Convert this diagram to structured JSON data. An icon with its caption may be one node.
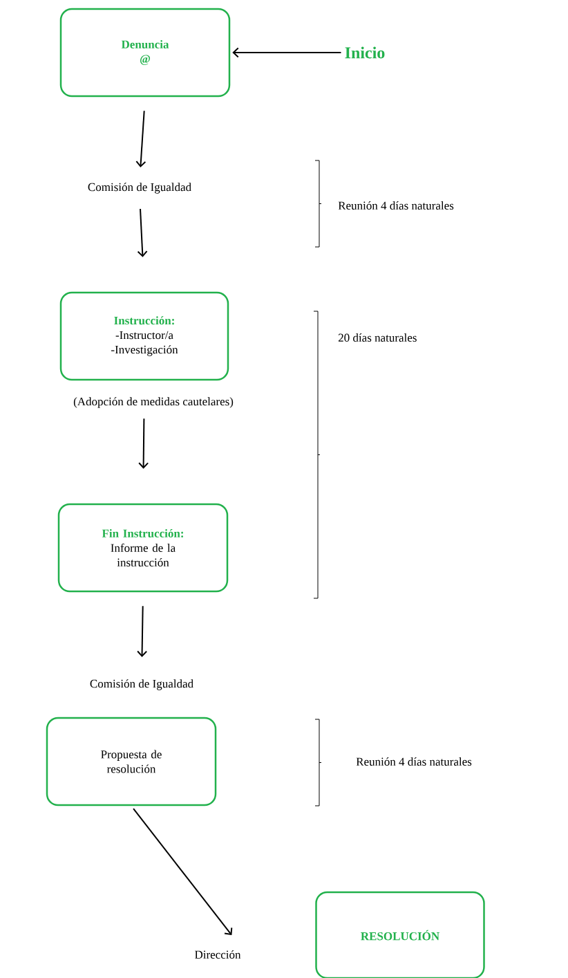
{
  "diagram": {
    "nodes": [
      {
        "text": [
          "Denuncia",
          "@"
        ]
      },
      {
        "text": [
          "Inicio"
        ]
      },
      {
        "text": [
          "Comisión de Igualdad"
        ]
      },
      {
        "text": [
          "Instrucción:",
          "-Instructor/a",
          "-Investigación"
        ],
        "beside": [
          "(Adopción de medidas cautelares)"
        ]
      },
      {
        "text": [
          "Fin Instrucción:",
          "Informe de la instrucción"
        ]
      },
      {
        "text": [
          "Comisión de Igualdad"
        ]
      },
      {
        "text": [
          "Propuesta de resolución"
        ]
      },
      {
        "text": [
          "Dirección"
        ]
      },
      {
        "text": [
          "RESOLUCIÓN"
        ]
      }
    ],
    "edges": [
      {
        "from": 1,
        "to": 0,
        "arrow": "to"
      },
      {
        "from": 0,
        "to": 2,
        "arrow": "to"
      },
      {
        "from": 2,
        "to": 3,
        "arrow": "to"
      },
      {
        "from": 3,
        "to": 4,
        "arrow": "to"
      },
      {
        "from": 4,
        "to": 5,
        "arrow": "to"
      },
      {
        "from": 6,
        "to": 7,
        "arrow": "to"
      }
    ],
    "labels": [
      "Reunión 4 días naturales",
      "20 días naturales",
      "Reunión 4 días naturales"
    ]
  }
}
